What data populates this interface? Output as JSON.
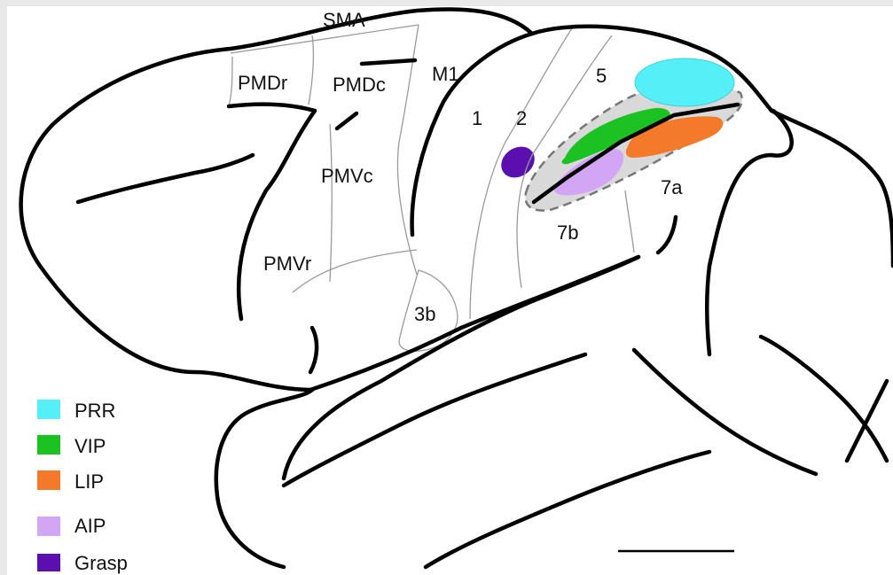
{
  "regions": {
    "sma": "SMA",
    "pmdr": "PMDr",
    "pmdc": "PMDc",
    "m1": "M1",
    "pmvc": "PMVc",
    "pmvr": "PMVr",
    "area1": "1",
    "area2": "2",
    "area5": "5",
    "area7a": "7a",
    "area7b": "7b",
    "area3b": "3b"
  },
  "legend": [
    {
      "label": "PRR",
      "color": "#55f0f7"
    },
    {
      "label": "VIP",
      "color": "#1cc222"
    },
    {
      "label": "LIP",
      "color": "#f5792a"
    },
    {
      "label": "AIP",
      "color": "#d3a6f5"
    },
    {
      "label": "Grasp",
      "color": "#5a0fae"
    }
  ],
  "colors": {
    "prr": "#55f0f7",
    "vip": "#1cc222",
    "lip": "#f5792a",
    "aip": "#d3a6f5",
    "grasp": "#5a0fae",
    "ips_shading": "#d9d9d9"
  }
}
